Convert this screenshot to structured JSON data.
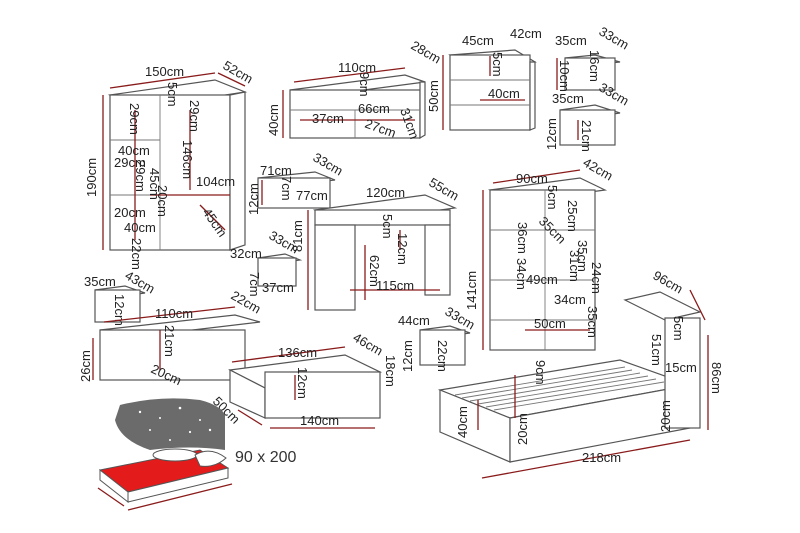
{
  "labels": {
    "w150": "150cm",
    "d52": "52cm",
    "w5a": "5cm",
    "h190": "190cm",
    "h29a": "29cm",
    "h29b": "29cm",
    "h29c": "29cm",
    "h40a": "40cm",
    "h45": "45cm",
    "h29d": "29cm",
    "h20a": "20cm",
    "h20b": "20cm",
    "h146": "146cm",
    "w104": "104cm",
    "w45a": "45cm",
    "h40b": "40cm",
    "h22": "22cm",
    "w110a": "110cm",
    "d28": "28cm",
    "h9a": "9cm",
    "h40c": "40cm",
    "w37a": "37cm",
    "w66": "66cm",
    "w27": "27cm",
    "h31": "31cm",
    "w45b": "45cm",
    "d42a": "42cm",
    "h5b": "5cm",
    "h50a": "50cm",
    "w40a": "40cm",
    "w35a": "35cm",
    "d33a": "33cm",
    "h16": "16cm",
    "h10": "10cm",
    "w35b": "35cm",
    "d33b": "33cm",
    "h12a": "12cm",
    "h21": "21cm",
    "w71": "71cm",
    "d33c": "33cm",
    "h7": "7cm",
    "h12b": "12cm",
    "w77": "77cm",
    "w120": "120cm",
    "d55": "55cm",
    "h5c": "5cm",
    "h81": "81cm",
    "h12c": "12cm",
    "h62": "62cm",
    "w115": "115cm",
    "w32": "32cm",
    "d33d": "33cm",
    "h7b": "7cm",
    "w37b": "37cm",
    "w90": "90cm",
    "d42b": "42cm",
    "h5d": "5cm",
    "h25": "25cm",
    "h36": "36cm",
    "w35c": "35cm",
    "w35d": "35cm",
    "h34a": "34cm",
    "h31b": "31cm",
    "h24": "24cm",
    "h141": "141cm",
    "w49": "49cm",
    "w34b": "34cm",
    "w50b": "50cm",
    "h35e": "35cm",
    "w35e": "35cm",
    "d43": "43cm",
    "h12d": "12cm",
    "w110b": "110cm",
    "d22": "22cm",
    "h21b": "21cm",
    "h26": "26cm",
    "w20": "20cm",
    "w44": "44cm",
    "d33e": "33cm",
    "h12e": "12cm",
    "h22b": "22cm",
    "w136": "136cm",
    "d46": "46cm",
    "h12f": "12cm",
    "h18": "18cm",
    "d50": "50cm",
    "w140": "140cm",
    "d96": "96cm",
    "h5e": "5cm",
    "h51": "51cm",
    "h15": "15cm",
    "h86": "86cm",
    "h9b": "9cm",
    "h40d": "40cm",
    "h20c": "20cm",
    "h20d": "20cm",
    "w218": "218cm"
  },
  "mattress_size": "90 x 200",
  "colors": {
    "dimension_line": "#8a1b1b",
    "mattress": "#e31b1b",
    "starry_background": "#6b6b6b"
  }
}
